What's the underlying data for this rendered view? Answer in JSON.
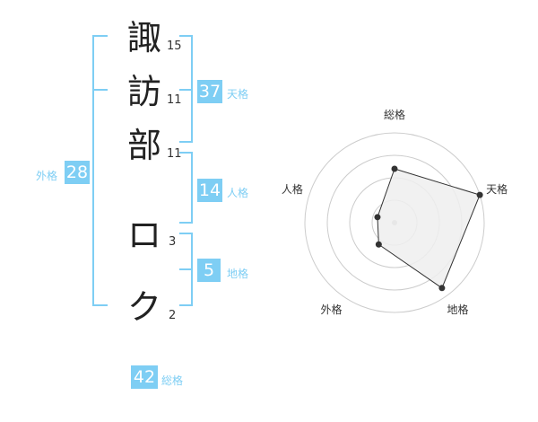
{
  "name_chars": [
    {
      "char": "諏",
      "strokes": "15"
    },
    {
      "char": "訪",
      "strokes": "11"
    },
    {
      "char": "部",
      "strokes": "11"
    },
    {
      "char": "ロ",
      "strokes": "3"
    },
    {
      "char": "ク",
      "strokes": "2"
    }
  ],
  "fortune": {
    "tenkaku": {
      "value": "37",
      "label": "天格"
    },
    "jinkaku": {
      "value": "14",
      "label": "人格"
    },
    "chikaku": {
      "value": "5",
      "label": "地格"
    },
    "gaikaku": {
      "value": "28",
      "label": "外格"
    },
    "soukaku": {
      "value": "42",
      "label": "総格"
    }
  },
  "colors": {
    "accent": "#7ecef4",
    "ink": "#222222",
    "grid": "#cccccc",
    "polygon_fill": "#eeeeee"
  },
  "chart_data": {
    "type": "radar",
    "axes": [
      "総格",
      "天格",
      "地格",
      "外格",
      "人格"
    ],
    "values": [
      0.6,
      1.0,
      0.9,
      0.3,
      0.2
    ],
    "rings": 4
  }
}
